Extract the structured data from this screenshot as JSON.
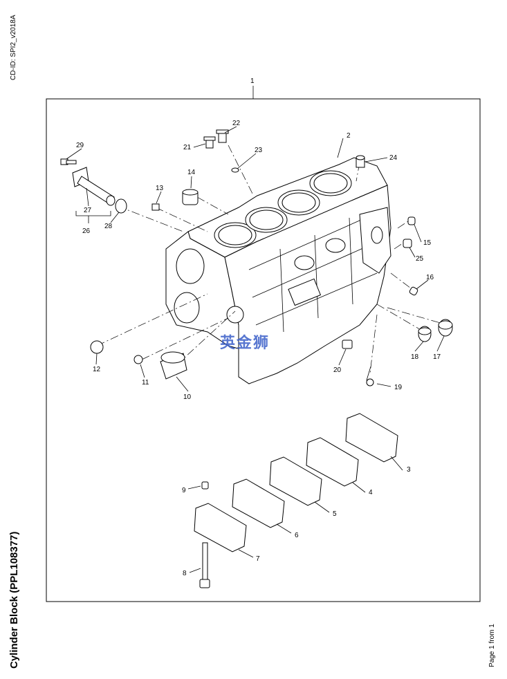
{
  "header": {
    "cd_id": "CD-ID: SPI2_v2018A"
  },
  "title": "Cylinder Block (PPL108377)",
  "footer": {
    "page": "Page 1 from 1"
  },
  "watermark": "英金狮",
  "callouts": [
    "1",
    "2",
    "3",
    "4",
    "5",
    "6",
    "7",
    "8",
    "9",
    "10",
    "11",
    "12",
    "13",
    "14",
    "15",
    "16",
    "17",
    "18",
    "19",
    "20",
    "21",
    "22",
    "23",
    "24",
    "25",
    "26",
    "27",
    "28",
    "29"
  ]
}
